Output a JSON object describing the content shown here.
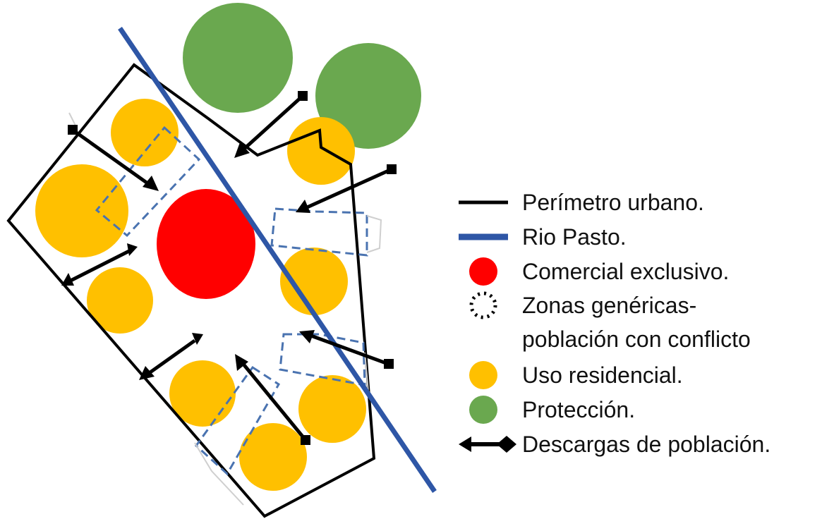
{
  "colors": {
    "perimeter": "#000000",
    "river": "#2e56a6",
    "commercial": "#ff0000",
    "residential": "#ffc000",
    "protection": "#6aa84f",
    "generic_zone": "#4a73b0",
    "discharge": "#000000"
  },
  "legend": [
    {
      "key": "perimeter",
      "symbol": "line-black",
      "label": "Perímetro urbano."
    },
    {
      "key": "river",
      "symbol": "line-blue",
      "label": "Rio Pasto."
    },
    {
      "key": "commercial",
      "symbol": "circle-red",
      "label": "Comercial exclusivo."
    },
    {
      "key": "generic_zones",
      "symbol": "dotted-circle-icon",
      "label_line1": "Zonas genéricas-",
      "label_line2": "población con conflicto"
    },
    {
      "key": "residential",
      "symbol": "circle-orange",
      "label": "Uso residencial."
    },
    {
      "key": "protection",
      "symbol": "circle-green",
      "label": "Protección."
    },
    {
      "key": "discharges",
      "symbol": "double-arrow-icon",
      "label": "Descargas de población."
    }
  ]
}
